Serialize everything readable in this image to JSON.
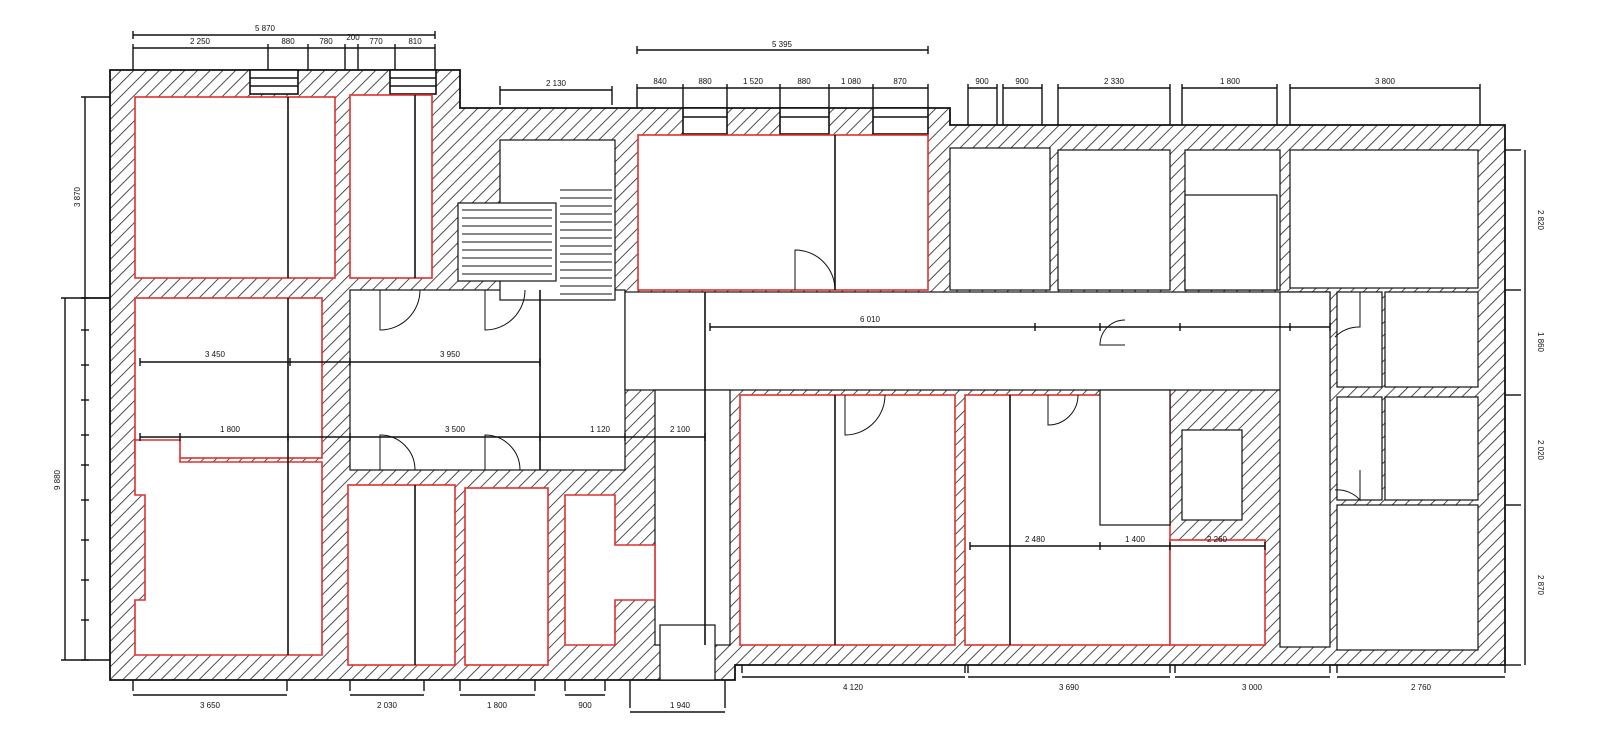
{
  "colors": {
    "room_outline": "#e03030",
    "lines": "#111111",
    "background": "#ffffff"
  },
  "dimensions": {
    "top": [
      {
        "label": "5 870"
      },
      {
        "label": "2 250"
      },
      {
        "label": "880"
      },
      {
        "label": "780"
      },
      {
        "label": "200"
      },
      {
        "label": "770"
      },
      {
        "label": "810"
      },
      {
        "label": "2 130"
      },
      {
        "label": "5 395"
      },
      {
        "label": "840"
      },
      {
        "label": "880"
      },
      {
        "label": "1 520"
      },
      {
        "label": "880"
      },
      {
        "label": "1 080"
      },
      {
        "label": "870"
      },
      {
        "label": "900"
      },
      {
        "label": "900"
      },
      {
        "label": "2 330"
      },
      {
        "label": "1 800"
      },
      {
        "label": "3 800"
      }
    ],
    "bottom": [
      {
        "label": "3 650"
      },
      {
        "label": "2 030"
      },
      {
        "label": "1 800"
      },
      {
        "label": "900"
      },
      {
        "label": "1 940"
      },
      {
        "label": "4 120"
      },
      {
        "label": "3 690"
      },
      {
        "label": "3 000"
      },
      {
        "label": "2 760"
      }
    ],
    "left": [
      {
        "label": "3 870"
      },
      {
        "label": "9 880"
      }
    ],
    "right": [
      {
        "label": "2 820"
      },
      {
        "label": "1 860"
      },
      {
        "label": "2 020"
      },
      {
        "label": "2 870"
      }
    ],
    "interior": [
      {
        "label": "3 450"
      },
      {
        "label": "3 950"
      },
      {
        "label": "1 800"
      },
      {
        "label": "3 500"
      },
      {
        "label": "1 120"
      },
      {
        "label": "2 100"
      },
      {
        "label": "6 010"
      },
      {
        "label": "2 480"
      },
      {
        "label": "1 400"
      },
      {
        "label": "2 260"
      }
    ]
  }
}
